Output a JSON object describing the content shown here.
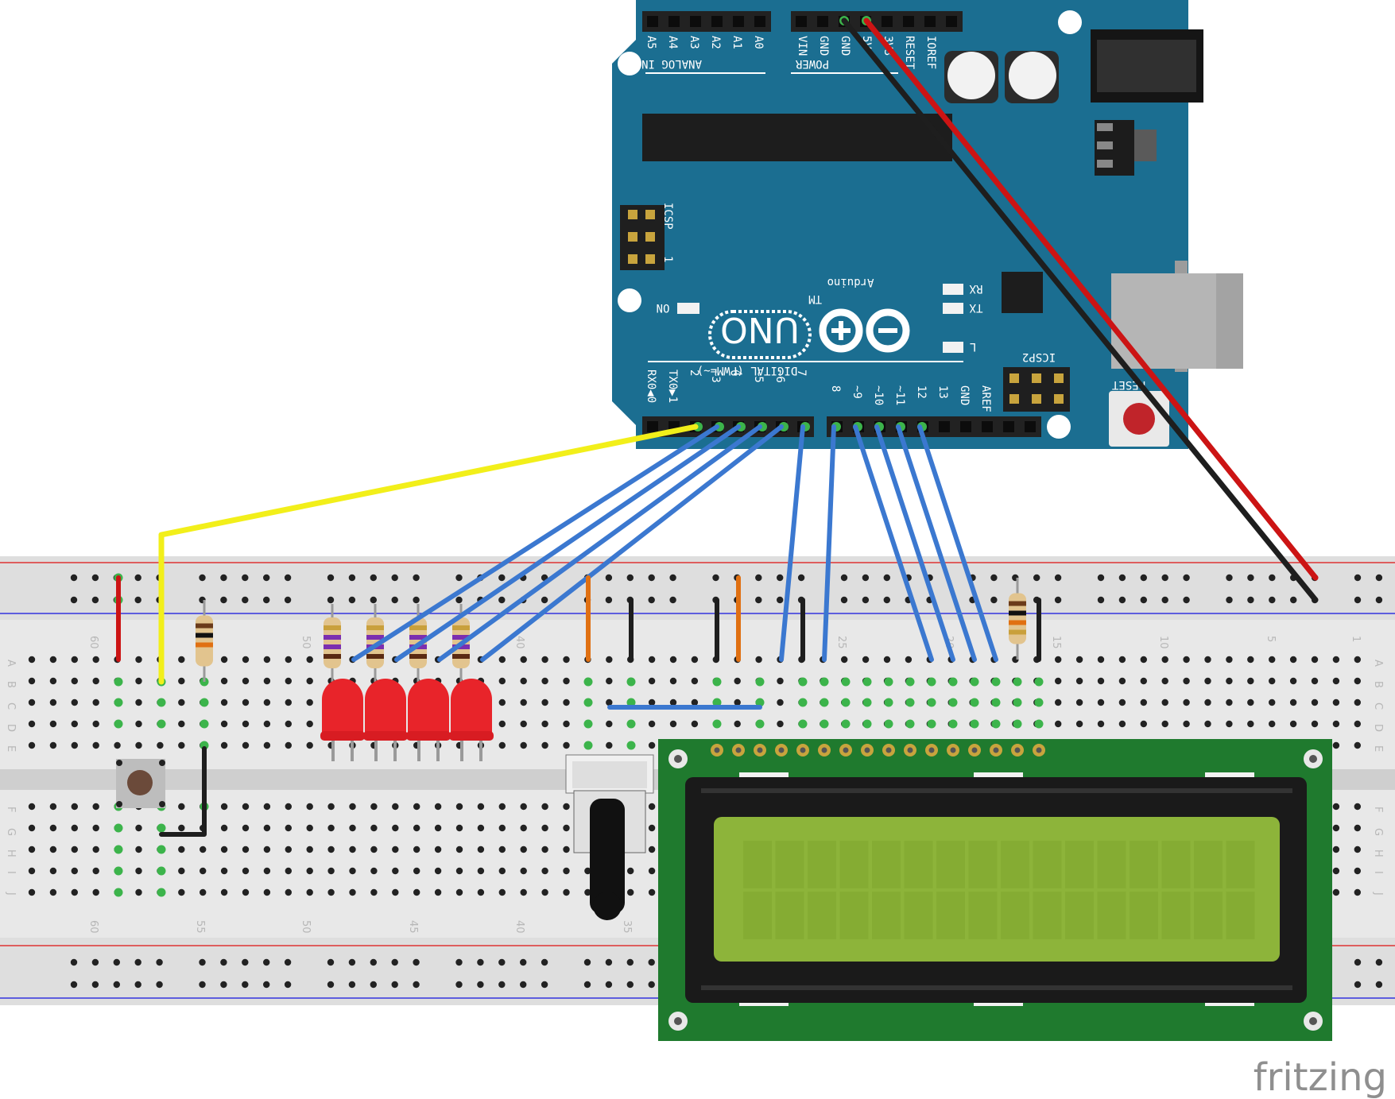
{
  "arduino": {
    "brand": "Arduino",
    "tm": "TM",
    "model": "UNO",
    "analog_label": "ANALOG IN",
    "power_label": "POWER",
    "digital_label": "DIGITAL (PWM=~)",
    "icsp_label": "ICSP",
    "icsp2_label": "ICSP2",
    "icsp_pin1": "1",
    "on_label": "ON",
    "rx_label": "RX",
    "tx_label": "TX",
    "l_label": "L",
    "reset_label": "RESET",
    "analog_pins": [
      "A5",
      "A4",
      "A3",
      "A2",
      "A1",
      "A0"
    ],
    "power_pins": [
      "VIN",
      "GND",
      "GND",
      "5V",
      "3V3",
      "RESET",
      "IOREF"
    ],
    "digital_pins_low": [
      "RX0◀0",
      "TX0▶1",
      "2",
      "~3",
      "4",
      "~5",
      "~6",
      "7"
    ],
    "digital_pins_high": [
      "8",
      "~9",
      "~10",
      "~11",
      "12",
      "13",
      "GND",
      "AREF"
    ]
  },
  "breadboard": {
    "column_numbers_top": [
      "60",
      "50",
      "40",
      "25",
      "20",
      "15",
      "10",
      "5",
      "1"
    ],
    "column_numbers_bottom": [
      "60",
      "55",
      "50",
      "45",
      "40",
      "35"
    ],
    "row_letters_top": [
      "A",
      "B",
      "C",
      "D",
      "E"
    ],
    "row_letters_bottom": [
      "F",
      "G",
      "H",
      "I",
      "J"
    ]
  },
  "colors": {
    "board_blue": "#1b6e91",
    "breadboard": "#dedede",
    "wire_blue": "#3b78d0",
    "wire_yellow": "#f2ef1a",
    "wire_red": "#cc1414",
    "wire_black": "#1e1e1e",
    "wire_orange": "#e07012",
    "led_red": "#e8242a",
    "lcd_green": "#1f7a2e",
    "lcd_screen": "#8db43a"
  },
  "watermark": "fritzing"
}
